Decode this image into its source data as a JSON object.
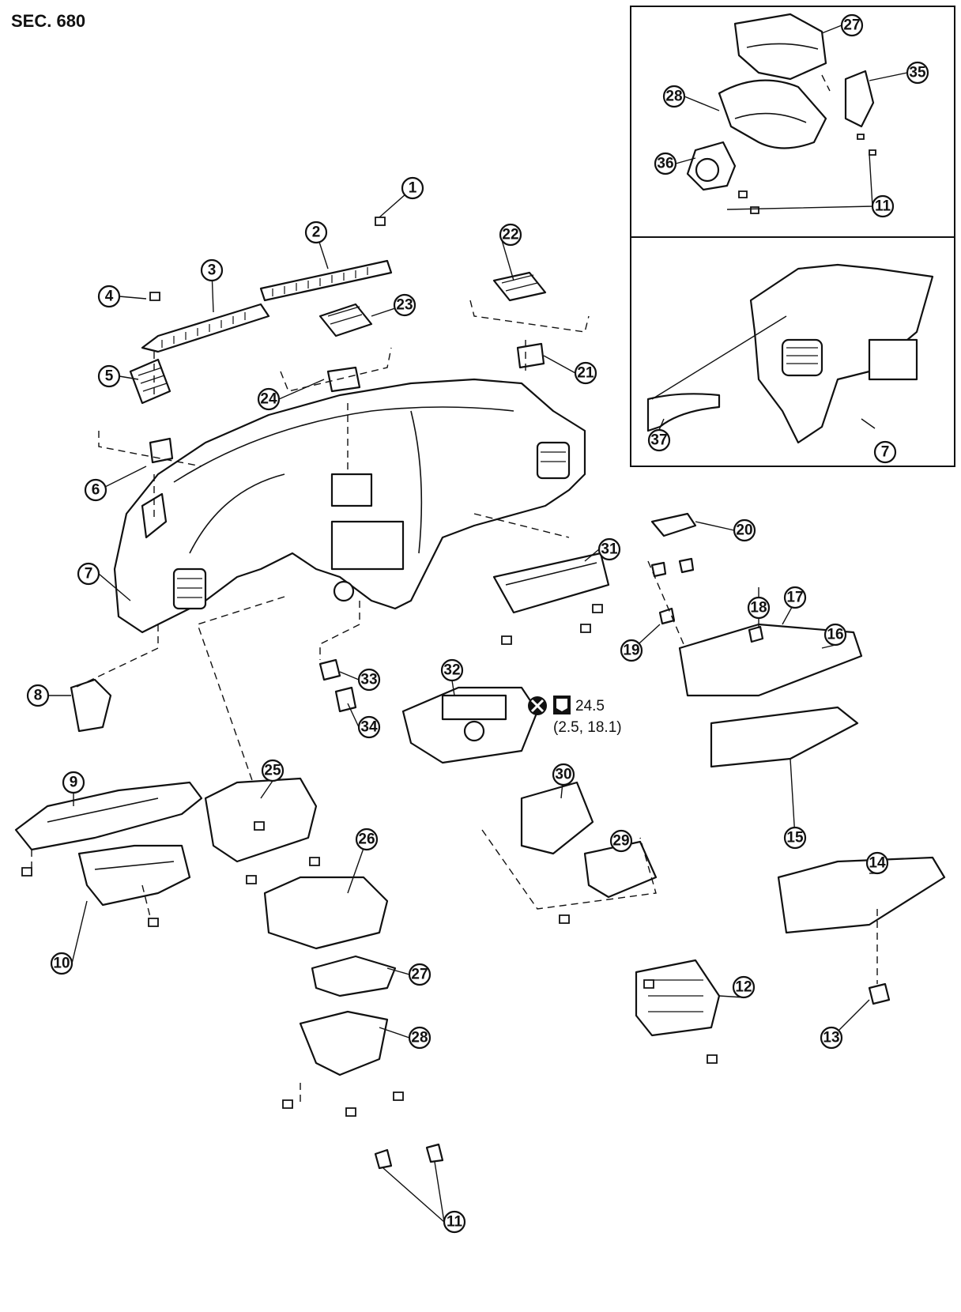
{
  "section_label": "SEC. 680",
  "torque": {
    "value": "24.5",
    "conversion": "(2.5, 18.1)",
    "icon": "do-not-reuse-and-torque-icon"
  },
  "callouts": [
    {
      "id": "1",
      "label": "1"
    },
    {
      "id": "2",
      "label": "2"
    },
    {
      "id": "3",
      "label": "3"
    },
    {
      "id": "4",
      "label": "4"
    },
    {
      "id": "5",
      "label": "5"
    },
    {
      "id": "6",
      "label": "6"
    },
    {
      "id": "7",
      "label": "7"
    },
    {
      "id": "7b",
      "label": "7"
    },
    {
      "id": "8",
      "label": "8"
    },
    {
      "id": "9",
      "label": "9"
    },
    {
      "id": "10",
      "label": "10"
    },
    {
      "id": "11",
      "label": "11"
    },
    {
      "id": "11b",
      "label": "11"
    },
    {
      "id": "12",
      "label": "12"
    },
    {
      "id": "13",
      "label": "13"
    },
    {
      "id": "14",
      "label": "14"
    },
    {
      "id": "15",
      "label": "15"
    },
    {
      "id": "16",
      "label": "16"
    },
    {
      "id": "17",
      "label": "17"
    },
    {
      "id": "18",
      "label": "18"
    },
    {
      "id": "19",
      "label": "19"
    },
    {
      "id": "20",
      "label": "20"
    },
    {
      "id": "21",
      "label": "21"
    },
    {
      "id": "22",
      "label": "22"
    },
    {
      "id": "23",
      "label": "23"
    },
    {
      "id": "24",
      "label": "24"
    },
    {
      "id": "25",
      "label": "25"
    },
    {
      "id": "26",
      "label": "26"
    },
    {
      "id": "27",
      "label": "27"
    },
    {
      "id": "27b",
      "label": "27"
    },
    {
      "id": "28",
      "label": "28"
    },
    {
      "id": "28b",
      "label": "28"
    },
    {
      "id": "29",
      "label": "29"
    },
    {
      "id": "30",
      "label": "30"
    },
    {
      "id": "31",
      "label": "31"
    },
    {
      "id": "32",
      "label": "32"
    },
    {
      "id": "33",
      "label": "33"
    },
    {
      "id": "34",
      "label": "34"
    },
    {
      "id": "35",
      "label": "35"
    },
    {
      "id": "36",
      "label": "36"
    },
    {
      "id": "37",
      "label": "37"
    }
  ]
}
